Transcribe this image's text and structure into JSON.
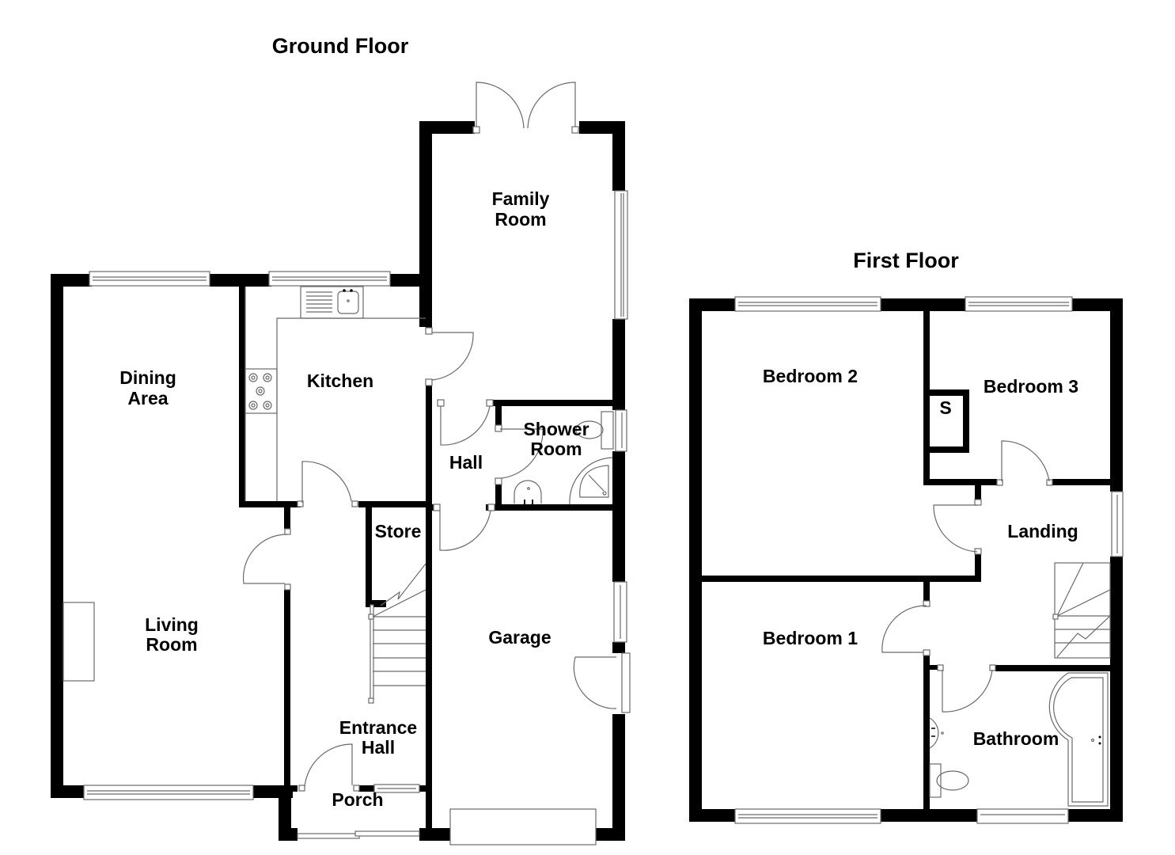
{
  "floors": {
    "ground": {
      "title": "Ground Floor",
      "rooms": {
        "family_room": [
          "Family",
          "Room"
        ],
        "dining_area": [
          "Dining",
          "Area"
        ],
        "kitchen": "Kitchen",
        "shower_room": [
          "Shower",
          "Room"
        ],
        "hall": "Hall",
        "store": "Store",
        "living_room": [
          "Living",
          "Room"
        ],
        "garage": "Garage",
        "entrance_hall": [
          "Entrance",
          "Hall"
        ],
        "porch": "Porch"
      }
    },
    "first": {
      "title": "First Floor",
      "rooms": {
        "bedroom_2": "Bedroom 2",
        "bedroom_3": "Bedroom 3",
        "storage": "S",
        "landing": "Landing",
        "bedroom_1": "Bedroom 1",
        "bathroom": "Bathroom"
      }
    }
  },
  "colors": {
    "wall": "#000000",
    "fixture_line": "#6a6a6a",
    "background": "#ffffff"
  }
}
